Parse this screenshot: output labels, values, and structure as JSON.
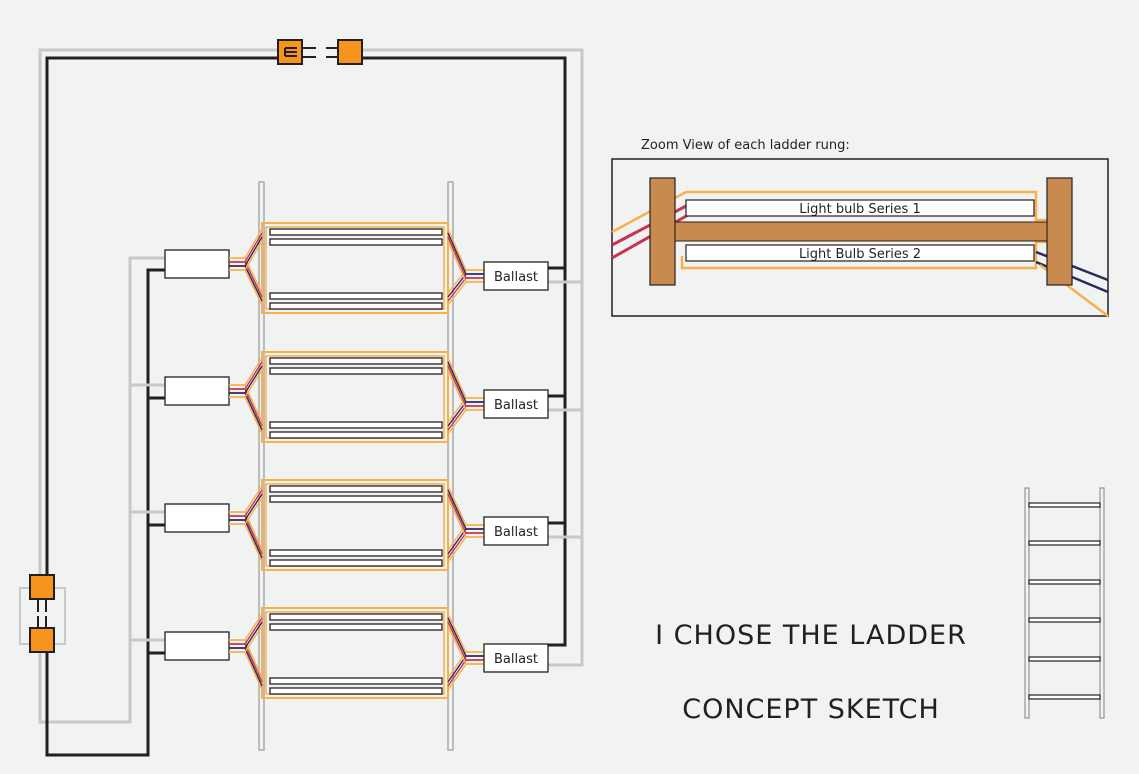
{
  "zoom": {
    "caption": "Zoom View of each ladder rung:",
    "bulb_series_1": "Light bulb Series 1",
    "bulb_series_2": "Light Bulb Series 2"
  },
  "ballast_label": "Ballast",
  "titles": {
    "line1": "I CHOSE THE LADDER",
    "line2": "CONCEPT SKETCH"
  },
  "colors": {
    "background": "#f1f2f2",
    "wire_black": "#231f20",
    "wire_grey": "#c7c8ca",
    "wire_orange": "#f7b04c",
    "wire_red": "#c8334e",
    "wire_navy": "#2a2a5c",
    "connector": "#f7941d",
    "wood": "#c98a50"
  }
}
